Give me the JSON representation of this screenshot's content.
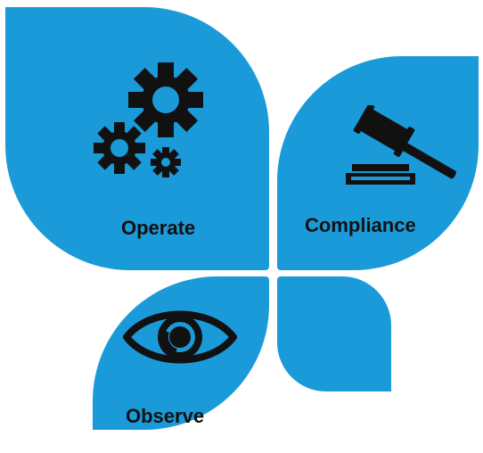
{
  "colors": {
    "petal": "#1a9ad9",
    "icon": "#111111",
    "text": "#111111",
    "background": "#ffffff"
  },
  "petals": {
    "operate": {
      "label": "Operate",
      "icon": "gears-icon"
    },
    "compliance": {
      "label": "Compliance",
      "icon": "gavel-icon"
    },
    "observe": {
      "label": "Observe",
      "icon": "eye-icon"
    },
    "blank": {
      "label": ""
    }
  }
}
